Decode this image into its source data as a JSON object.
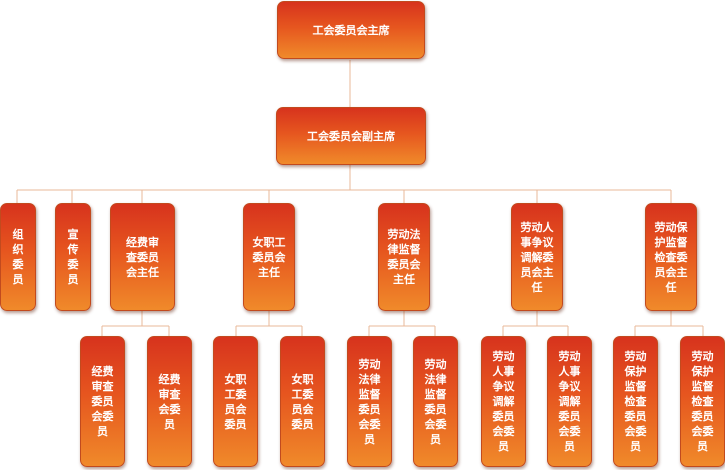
{
  "chairman": "工会委员会主席",
  "vice_chairman": "工会委员会副主席",
  "level2": [
    "组\n织\n委\n员",
    "宣\n传\n委\n员",
    "经费审\n查委员\n会主任",
    "女职工\n委员会\n主任",
    "劳动法\n律监督\n委员会\n主任",
    "劳动人\n事争议\n调解委\n员会主\n任",
    "劳动保\n护监督\n检查委\n员会主\n任"
  ],
  "level3": [
    "经费\n审查\n委员\n会委\n员",
    "经费\n审查\n会委\n员",
    "女职\n工委\n员会\n委员",
    "女职\n工委\n员会\n委员",
    "劳动\n法律\n监督\n委员\n会委\n员",
    "劳动\n法律\n监督\n委员\n会委\n员",
    "劳动\n人事\n争议\n调解\n委员\n会委\n员",
    "劳动\n人事\n争议\n调解\n委员\n会委\n员",
    "劳动\n保护\n监督\n检查\n委员\n会委\n员",
    "劳动\n保护\n监督\n检查\n委员\n会委\n员"
  ]
}
